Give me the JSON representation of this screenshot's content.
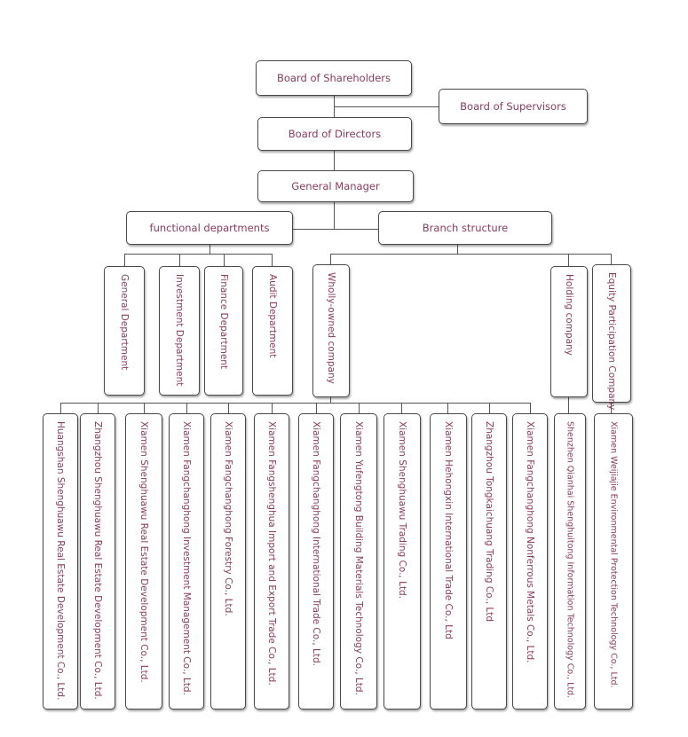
{
  "diagram": {
    "shareholders": "Board of Shareholders",
    "supervisors": "Board of Supervisors",
    "directors": "Board of Directors",
    "general_manager": "General Manager",
    "functional": "functional departments",
    "branch": "Branch structure",
    "departments": [
      "General Department",
      "Investment Department",
      "Finance Department",
      "Audit Department"
    ],
    "wholly_owned": "Wholly-owned company",
    "holding": "Holding company",
    "equity": "Equity Participation Company",
    "subsidiaries": [
      "Huangshan Shenghuawu Real Estate Development Co., Ltd.",
      "Zhangzhou Shenghuawu Real Estate Development Co., Ltd.",
      "Xiamen Shenghuawu Real Estate Development Co., Ltd.",
      "Xiamen Fangchanghong Investment Management Co., Ltd.",
      "Xiamen Fangchanghong Forestry Co., Ltd.",
      "Xiamen Fangshenghua Import and Export Trade Co., Ltd.",
      "Xiamen Fangchanghong International Trade Co., Ltd.",
      "Xiamen Yufengtong Building Materials Technology Co., Ltd.",
      "Xiamen Shenghuawu Trading Co., Ltd.",
      "Xiamen Hehongxin International Trade Co., Ltd",
      "Zhangzhou Tongkaichuang Trading Co., Ltd",
      "Xiamen Fangchanghong Nonferrous Metals Co., Ltd."
    ],
    "holding_sub": "Shenzhen Qianhai Shenghuitong Information Technology Co., Ltd.",
    "equity_sub": "Xiamen Weijiajie Environmental Protection Technology Co., Ltd.",
    "text_color": "#8a3a5c",
    "line_color": "#555555"
  }
}
